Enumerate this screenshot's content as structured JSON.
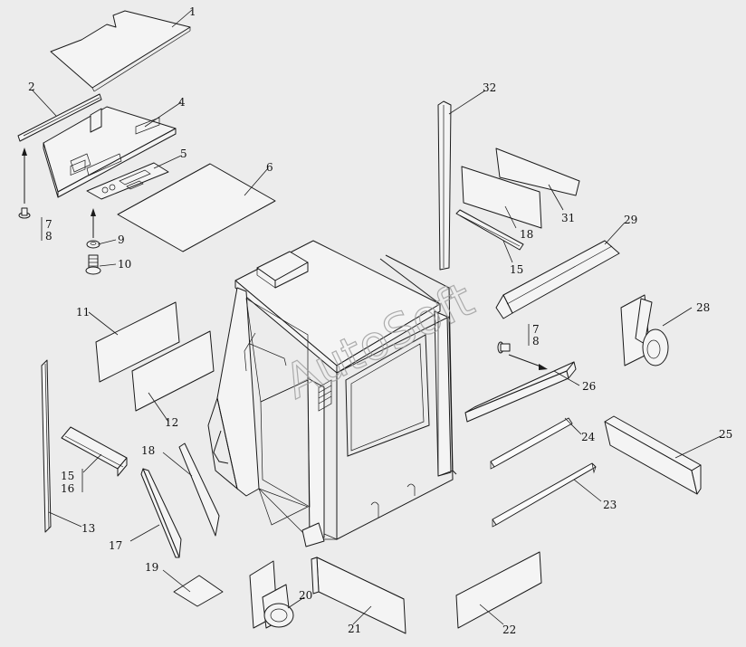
{
  "watermark": "AutoSoft",
  "colors": {
    "background": "#ececec",
    "line": "#1a1a1a",
    "fill": "#f4f4f4"
  },
  "labels": {
    "l1": "1",
    "l2": "2",
    "l4": "4",
    "l5": "5",
    "l6": "6",
    "l7a": "7",
    "l8a": "8",
    "l9": "9",
    "l10": "10",
    "l11": "11",
    "l12": "12",
    "l13": "13",
    "l15a": "15",
    "l16": "16",
    "l17": "17",
    "l18a": "18",
    "l19": "19",
    "l20": "20",
    "l21": "21",
    "l22": "22",
    "l23": "23",
    "l24": "24",
    "l25": "25",
    "l26": "26",
    "l7b": "7",
    "l8b": "8",
    "l28": "28",
    "l29": "29",
    "l15b": "15",
    "l18b": "18",
    "l31": "31",
    "l32": "32"
  }
}
